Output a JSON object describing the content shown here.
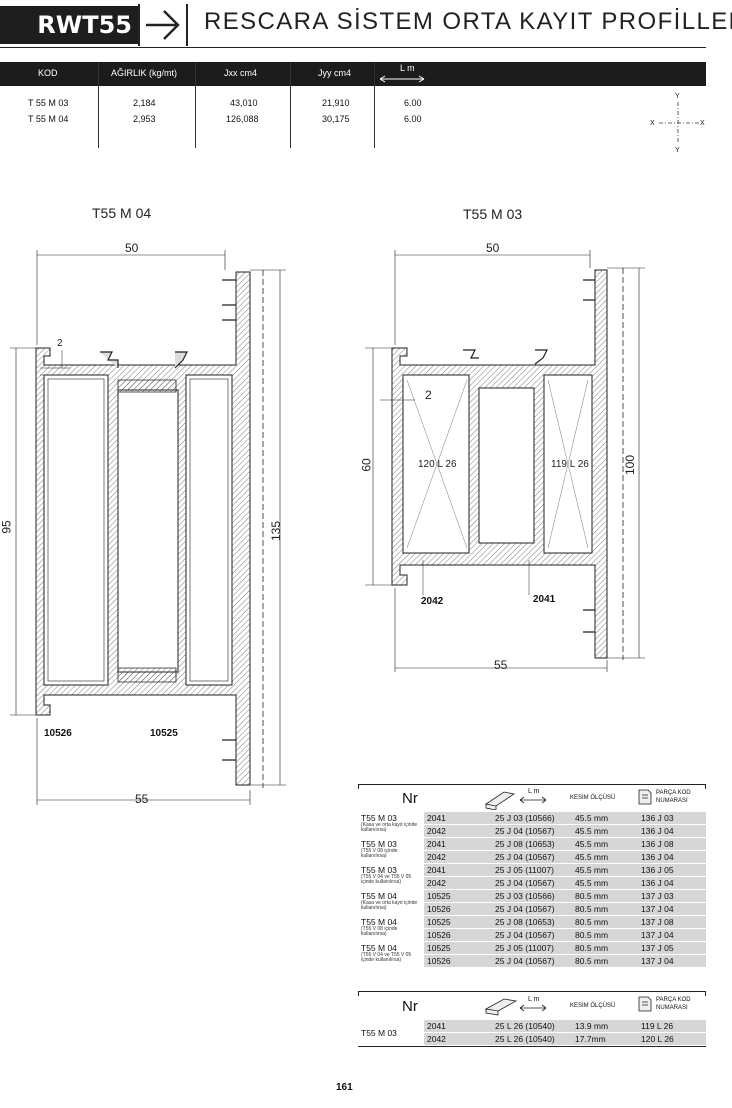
{
  "header": {
    "brand": "RWT55",
    "title": "RESCARA SİSTEM ORTA KAYIT PROFİLLERİ"
  },
  "properties": {
    "columns": [
      "KOD",
      "AĞIRLIK (kg/mt)",
      "Jxx  cm4",
      "Jyy  cm4",
      "L  m"
    ],
    "rows": [
      {
        "kod": "T 55 M 03",
        "agirlik": "2,184",
        "jxx": "43,010",
        "jyy": "21,910",
        "l": "6.00"
      },
      {
        "kod": "T 55 M 04",
        "agirlik": "2,953",
        "jxx": "126,088",
        "jyy": "30,175",
        "l": "6.00"
      }
    ],
    "axis": {
      "y_top": "Y",
      "y_bottom": "Y",
      "x_left": "X",
      "x_right": "X"
    }
  },
  "drawings": {
    "m04": {
      "title": "T55 M 04",
      "dim_top": "50",
      "dim_small": "2",
      "dim_left": "95",
      "dim_right": "135",
      "dim_bottom": "55",
      "part_a": "10526",
      "part_b": "10525"
    },
    "m03": {
      "title": "T55 M 03",
      "dim_top": "50",
      "dim_small": "2",
      "dim_left": "60",
      "dim_right": "100",
      "dim_bottom": "55",
      "glass_a": "120 L 26",
      "glass_b": "119 L 26",
      "part_a": "2042",
      "part_b": "2041"
    }
  },
  "cut_table_1": {
    "nr_label": "Nr",
    "lm_label": "L  m",
    "col_kesim": "KESİM ÖLÇÜSÜ",
    "col_parca": "PARÇA KOD",
    "col_parca2": "NUMARASI",
    "groups": [
      {
        "name": "T55 M 03",
        "sub": "(Kasa ve orta kayıt içinde kullanılırsa)",
        "rows": [
          {
            "part": "2041",
            "profile": "25 J 03 (10566)",
            "kesim": "45.5 mm",
            "code": "136 J 03"
          },
          {
            "part": "2042",
            "profile": "25 J 04 (10567)",
            "kesim": "45.5 mm",
            "code": "136 J 04"
          }
        ]
      },
      {
        "name": "T55 M 03",
        "sub": "(T55 V 08 içinde kullanılırsa)",
        "rows": [
          {
            "part": "2041",
            "profile": "25 J 08 (10653)",
            "kesim": "45.5 mm",
            "code": "136 J 08"
          },
          {
            "part": "2042",
            "profile": "25 J 04 (10567)",
            "kesim": "45.5 mm",
            "code": "136 J 04"
          }
        ]
      },
      {
        "name": "T55 M 03",
        "sub": "(T55 V 04 ve T55 V 05 içinde kullanılırsa)",
        "rows": [
          {
            "part": "2041",
            "profile": "25 J 05 (11007)",
            "kesim": "45.5 mm",
            "code": "136 J 05"
          },
          {
            "part": "2042",
            "profile": "25 J 04 (10567)",
            "kesim": "45.5 mm",
            "code": "136 J 04"
          }
        ]
      },
      {
        "name": "T55 M 04",
        "sub": "(Kasa ve orta kayıt içinde kullanılırsa)",
        "rows": [
          {
            "part": "10525",
            "profile": "25 J 03 (10566)",
            "kesim": "80.5 mm",
            "code": "137 J 03"
          },
          {
            "part": "10526",
            "profile": "25 J 04 (10567)",
            "kesim": "80.5 mm",
            "code": "137 J 04"
          }
        ]
      },
      {
        "name": "T55 M 04",
        "sub": "(T55 V 08 içinde kullanılırsa)",
        "rows": [
          {
            "part": "10525",
            "profile": "25 J 08 (10653)",
            "kesim": "80.5 mm",
            "code": "137 J 08"
          },
          {
            "part": "10526",
            "profile": "25 J 04 (10567)",
            "kesim": "80.5 mm",
            "code": "137 J 04"
          }
        ]
      },
      {
        "name": "T55 M 04",
        "sub": "(T55 V 04 ve T55 V 05 içinde kullanılırsa)",
        "rows": [
          {
            "part": "10525",
            "profile": "25 J 05 (11007)",
            "kesim": "80.5 mm",
            "code": "137 J 05"
          },
          {
            "part": "10526",
            "profile": "25 J 04 (10567)",
            "kesim": "80.5 mm",
            "code": "137 J 04"
          }
        ]
      }
    ]
  },
  "cut_table_2": {
    "nr_label": "Nr",
    "lm_label": "L  m",
    "col_kesim": "KESİM ÖLÇÜSÜ",
    "col_parca": "PARÇA KOD",
    "col_parca2": "NUMARASI",
    "group": {
      "name": "T55 M 03",
      "rows": [
        {
          "part": "2041",
          "profile": "25 L 26 (10540)",
          "kesim": "13.9 mm",
          "code": "119 L 26"
        },
        {
          "part": "2042",
          "profile": "25 L 26 (10540)",
          "kesim": "17.7mm",
          "code": "120 L 26"
        }
      ]
    }
  },
  "page_number": "161"
}
